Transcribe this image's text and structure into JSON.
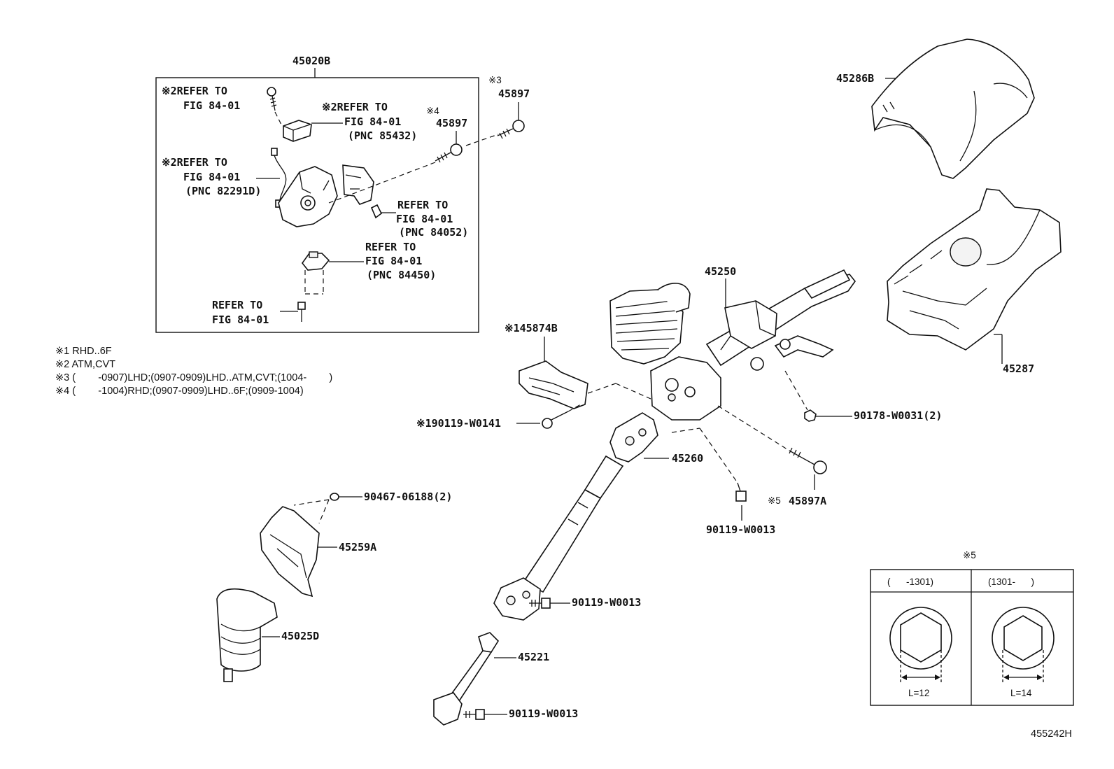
{
  "diagram_id": "455242H",
  "callouts": {
    "p45020B": "45020B",
    "p45286B": "45286B",
    "p45287": "45287",
    "p45250": "45250",
    "p45260": "45260",
    "p45897A": "45897A",
    "p45897A_mark": "※5",
    "p45897_a": "45897",
    "p45897_a_mark": "※3",
    "p45897_b": "45897",
    "p45897_b_mark": "※4",
    "p45874B": "※145874B",
    "p90119_W0141": "※190119-W0141",
    "p90178_W0031": "90178-W0031(2)",
    "p90119_W0013_a": "90119-W0013",
    "p90119_W0013_b": "90119-W0013",
    "p90119_W0013_c": "90119-W0013",
    "p90467_06188": "90467-06188(2)",
    "p45259A": "45259A",
    "p45025D": "45025D",
    "p45221": "45221"
  },
  "box_refs": {
    "r1_l1": "※2REFER TO",
    "r1_l2": "FIG 84-01",
    "r2_l1": "※2REFER TO",
    "r2_l2": "FIG 84-01",
    "r2_l3": "(PNC 85432)",
    "r3_l1": "※2REFER TO",
    "r3_l2": "FIG 84-01",
    "r3_l3": "(PNC 82291D)",
    "r4_l1": "REFER TO",
    "r4_l2": "FIG 84-01",
    "r4_l3": "(PNC 84052)",
    "r5_l1": "REFER TO",
    "r5_l2": "FIG 84-01",
    "r5_l3": "(PNC 84450)",
    "r6_l1": "REFER TO",
    "r6_l2": "FIG 84-01"
  },
  "notes": {
    "n1": "※1 RHD..6F",
    "n2": "※2 ATM,CVT",
    "n3": "※3 (        -0907)LHD;(0907-0909)LHD..ATM,CVT;(1004-        )",
    "n4": "※4 (        -1004)RHD;(0907-0909)LHD..6F;(0909-1004)"
  },
  "inset": {
    "mark": "※5",
    "col1_header": "(      -1301)",
    "col2_header": "(1301-      )",
    "col1_dim": "L=12",
    "col2_dim": "L=14"
  }
}
